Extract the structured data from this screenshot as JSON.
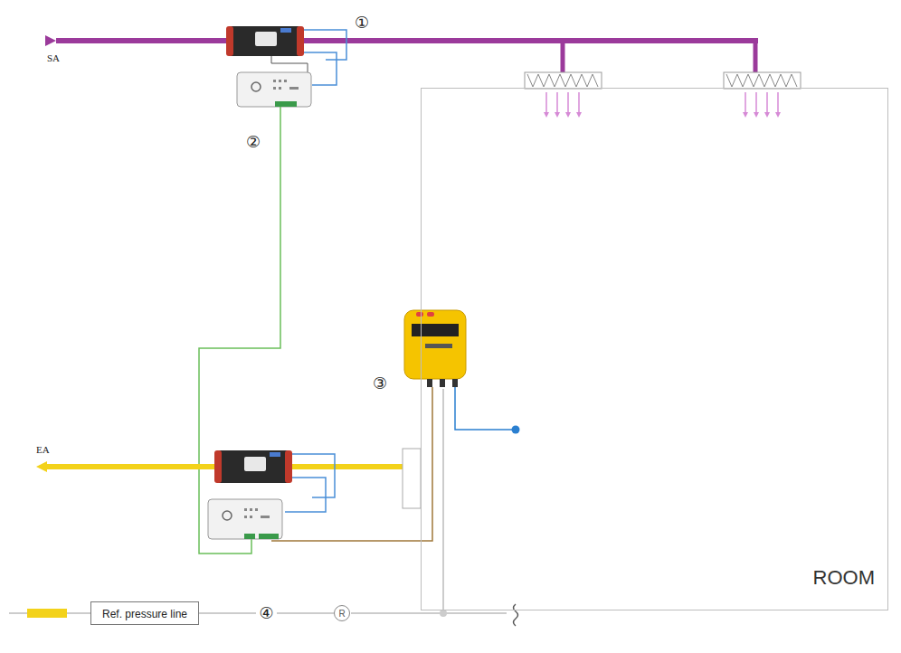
{
  "diagram": {
    "nodes": [
      {
        "text": [
          "ROOM"
        ]
      },
      {
        "text": [
          "Ref. pressure line"
        ]
      },
      {
        "text": [
          "R"
        ]
      }
    ],
    "edges": [
      {
        "from": 1,
        "to": 2,
        "arrow": "none",
        "label": "④"
      }
    ],
    "labels": [
      "SA",
      "①",
      "②",
      "③",
      "EA"
    ]
  }
}
